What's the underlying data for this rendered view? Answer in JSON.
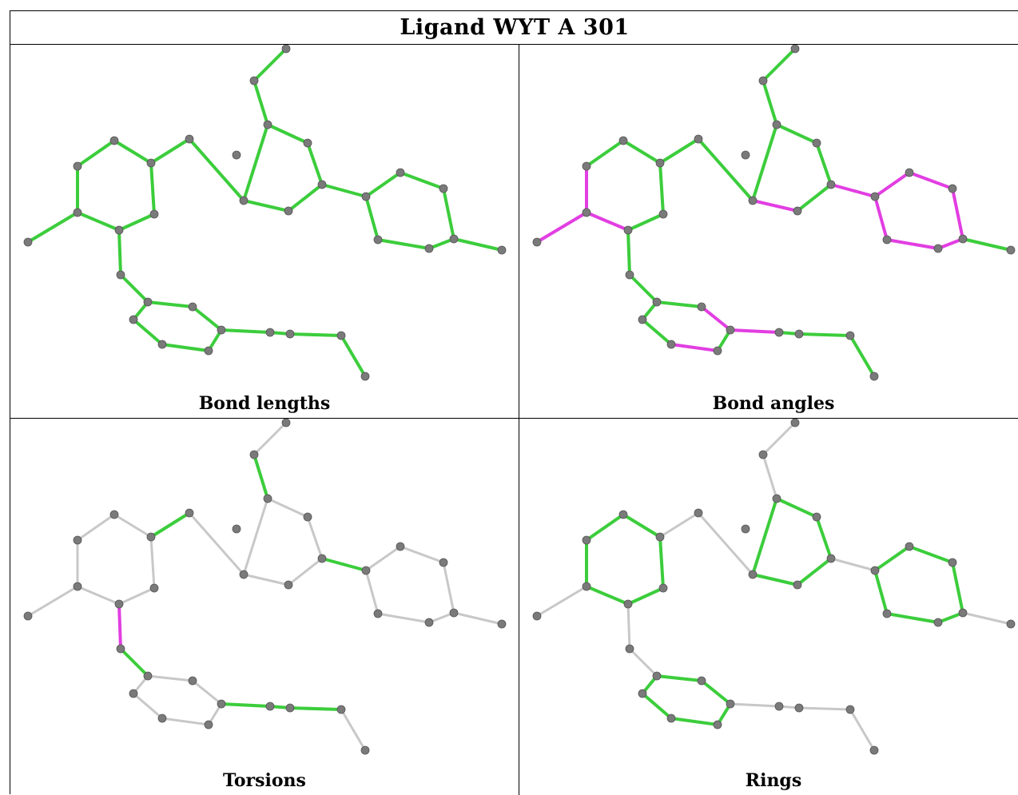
{
  "title": "Ligand WYT A 301",
  "colors": {
    "ok": "#3ccd3c",
    "outlier": "#e23ee2",
    "neutral": "#c8c8c8",
    "atom": "#7a7a7a"
  },
  "panels": [
    {
      "caption": "Bond lengths",
      "default": "ok",
      "bonds": {
        "outlier": [],
        "neutral": [
          "3-5"
        ]
      }
    },
    {
      "caption": "Bond angles",
      "default": "ok",
      "bonds": {
        "outlier": [
          "1-2",
          "2-3",
          "18-19",
          "19-20",
          "20-21",
          "21-22",
          "22-23",
          "23-24",
          "24-19",
          "28-31",
          "30-31",
          "31-32"
        ],
        "neutral": [
          "3-5"
        ]
      }
    },
    {
      "caption": "Torsions",
      "default": "neutral",
      "bonds": {
        "outlier": [
          "5-26"
        ],
        "ok": [
          "7-8",
          "26-27",
          "16-17",
          "18-19",
          "31-32",
          "32-33",
          "32-34",
          "34-35"
        ]
      }
    },
    {
      "caption": "Rings",
      "default": "neutral",
      "bonds": {
        "outlier": [],
        "ok": [
          "3-4",
          "4-6",
          "6-7",
          "7-9",
          "9-5",
          "5-3",
          "8-12",
          "12-13",
          "13-14",
          "14-15",
          "15-16",
          "16-8",
          "19-20",
          "20-21",
          "21-22",
          "22-23",
          "23-24",
          "24-19",
          "27-28",
          "28-29",
          "29-30",
          "30-31",
          "31-27"
        ]
      }
    }
  ]
}
